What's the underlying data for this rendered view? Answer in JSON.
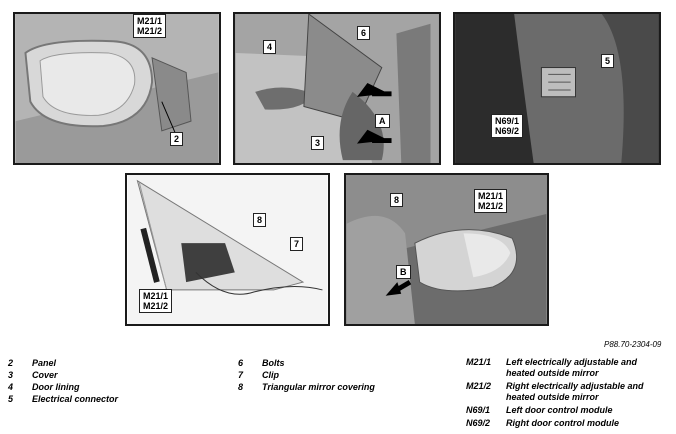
{
  "photos": {
    "p1": {
      "labels": [
        "M21/1\nM21/2",
        "2"
      ]
    },
    "p2": {
      "labels": [
        "6",
        "4",
        "A",
        "3"
      ]
    },
    "p3": {
      "labels": [
        "5",
        "N69/1\nN69/2"
      ]
    },
    "p4": {
      "labels": [
        "8",
        "7",
        "M21/1\nM21/2"
      ]
    },
    "p5": {
      "labels": [
        "8",
        "M21/1\nM21/2",
        "B"
      ]
    }
  },
  "reference": "P88.70-2304-09",
  "legend": {
    "col1": [
      {
        "key": "2",
        "text": "Panel"
      },
      {
        "key": "3",
        "text": "Cover"
      },
      {
        "key": "4",
        "text": "Door lining"
      },
      {
        "key": "5",
        "text": "Electrical connector"
      }
    ],
    "col2": [
      {
        "key": "6",
        "text": "Bolts"
      },
      {
        "key": "7",
        "text": "Clip"
      },
      {
        "key": "8",
        "text": "Triangular mirror covering"
      }
    ],
    "col3": [
      {
        "key": "M21/1",
        "text": "Left electrically adjustable and heated outside mirror"
      },
      {
        "key": "M21/2",
        "text": "Right electrically adjustable and heated outside mirror"
      },
      {
        "key": "N69/1",
        "text": "Left door control module"
      },
      {
        "key": "N69/2",
        "text": "Right door control module"
      }
    ]
  }
}
